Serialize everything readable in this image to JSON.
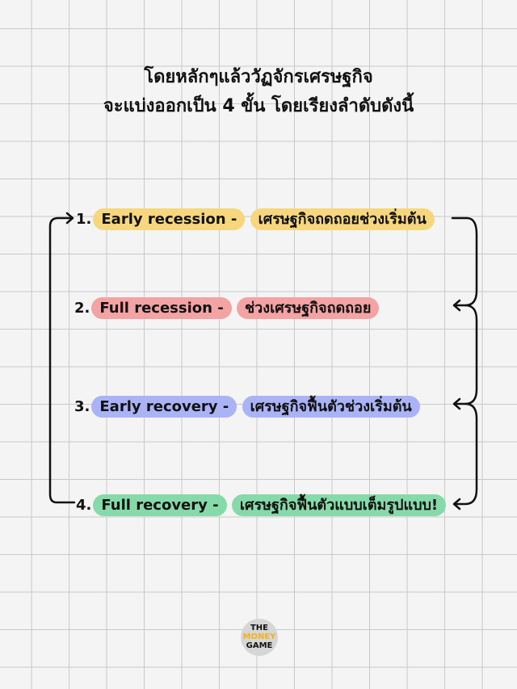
{
  "title": {
    "line1": "โดยหลักๆแล้ววัฏจักรเศรษฐกิจ",
    "line2": "จะแบ่งออกเป็น 4 ขั้น โดยเรียงลำดับดังนี้"
  },
  "steps": [
    {
      "num": "1.",
      "en": "Early recession -",
      "th": "เศรษฐกิจถดถอยช่วงเริ่มต้น",
      "color": "#f7d77e"
    },
    {
      "num": "2.",
      "en": "Full recession -",
      "th": "ช่วงเศรษฐกิจถดถอย",
      "color": "#f3a3a3"
    },
    {
      "num": "3.",
      "en": "Early recovery -",
      "th": "เศรษฐกิจฟื้นตัวช่วงเริ่มต้น",
      "color": "#a9b3f5"
    },
    {
      "num": "4.",
      "en": "Full recovery -",
      "th": "เศรษฐกิจฟื้นตัวแบบเต็มรูปแบบ!",
      "color": "#86d9a8"
    }
  ],
  "logo": {
    "line1": "THE",
    "line2": "MONEY",
    "line3": "GAME"
  }
}
